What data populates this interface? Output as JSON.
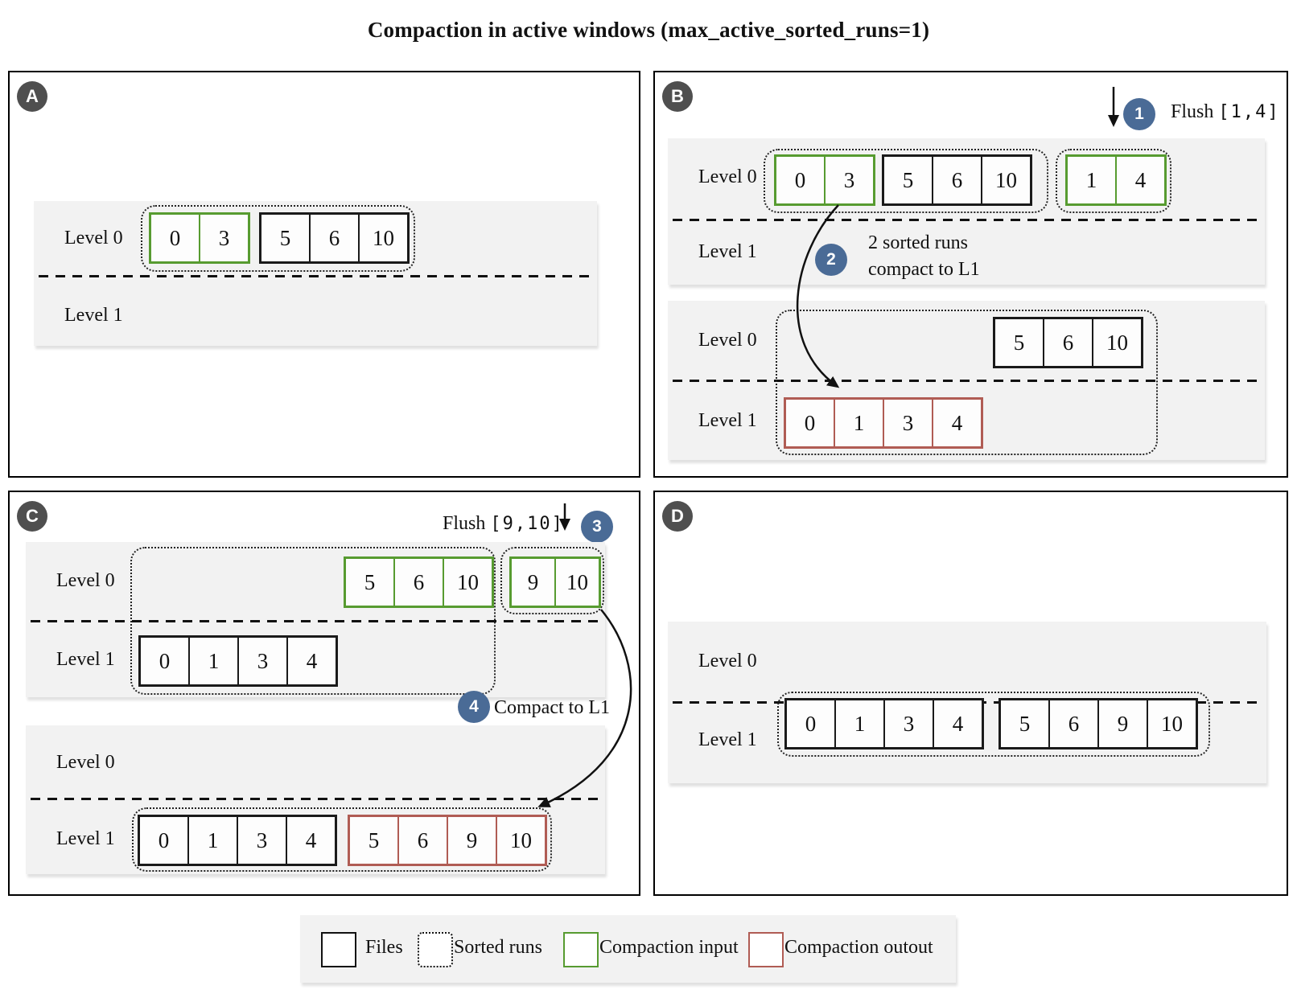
{
  "title": "Compaction in active windows (max_active_sorted_runs=1)",
  "labels": {
    "level0": "Level 0",
    "level1": "Level 1"
  },
  "colors": {
    "compaction_input": "#579b30",
    "compaction_output": "#b05c54",
    "step_badge": "#4a6b96",
    "panel_badge": "#4f4f4f",
    "level_band": "#f2f2f2"
  },
  "panels": {
    "a": {
      "badge": "A",
      "run1": {
        "input_files": [
          "0",
          "3"
        ],
        "files": [
          "5",
          "6",
          "10"
        ]
      }
    },
    "b": {
      "badge": "B",
      "step1": {
        "num": "1",
        "label": "Flush",
        "range": "[1,4]"
      },
      "step2": {
        "num": "2",
        "line1": "2 sorted runs",
        "line2": "compact to L1"
      },
      "before": {
        "run1": {
          "input_files": [
            "0",
            "3"
          ],
          "files": [
            "5",
            "6",
            "10"
          ]
        },
        "run2": {
          "input_files": [
            "1",
            "4"
          ]
        }
      },
      "after": {
        "level0_files": [
          "5",
          "6",
          "10"
        ],
        "level1_output": [
          "0",
          "1",
          "3",
          "4"
        ]
      }
    },
    "c": {
      "badge": "C",
      "step3": {
        "num": "3",
        "label": "Flush",
        "range": "[9,10]"
      },
      "step4": {
        "num": "4",
        "label": "Compact to L1"
      },
      "before": {
        "run1_level0_input": [
          "5",
          "6",
          "10"
        ],
        "run1_level1_files": [
          "0",
          "1",
          "3",
          "4"
        ],
        "run2_input": [
          "9",
          "10"
        ]
      },
      "after": {
        "level1_files": [
          "0",
          "1",
          "3",
          "4"
        ],
        "level1_output": [
          "5",
          "6",
          "9",
          "10"
        ]
      }
    },
    "d": {
      "badge": "D",
      "run1": {
        "files1": [
          "0",
          "1",
          "3",
          "4"
        ],
        "files2": [
          "5",
          "6",
          "9",
          "10"
        ]
      }
    }
  },
  "legend": {
    "files": "Files",
    "sorted_runs": "Sorted runs",
    "compaction_input": "Compaction input",
    "compaction_output": "Compaction outout"
  }
}
